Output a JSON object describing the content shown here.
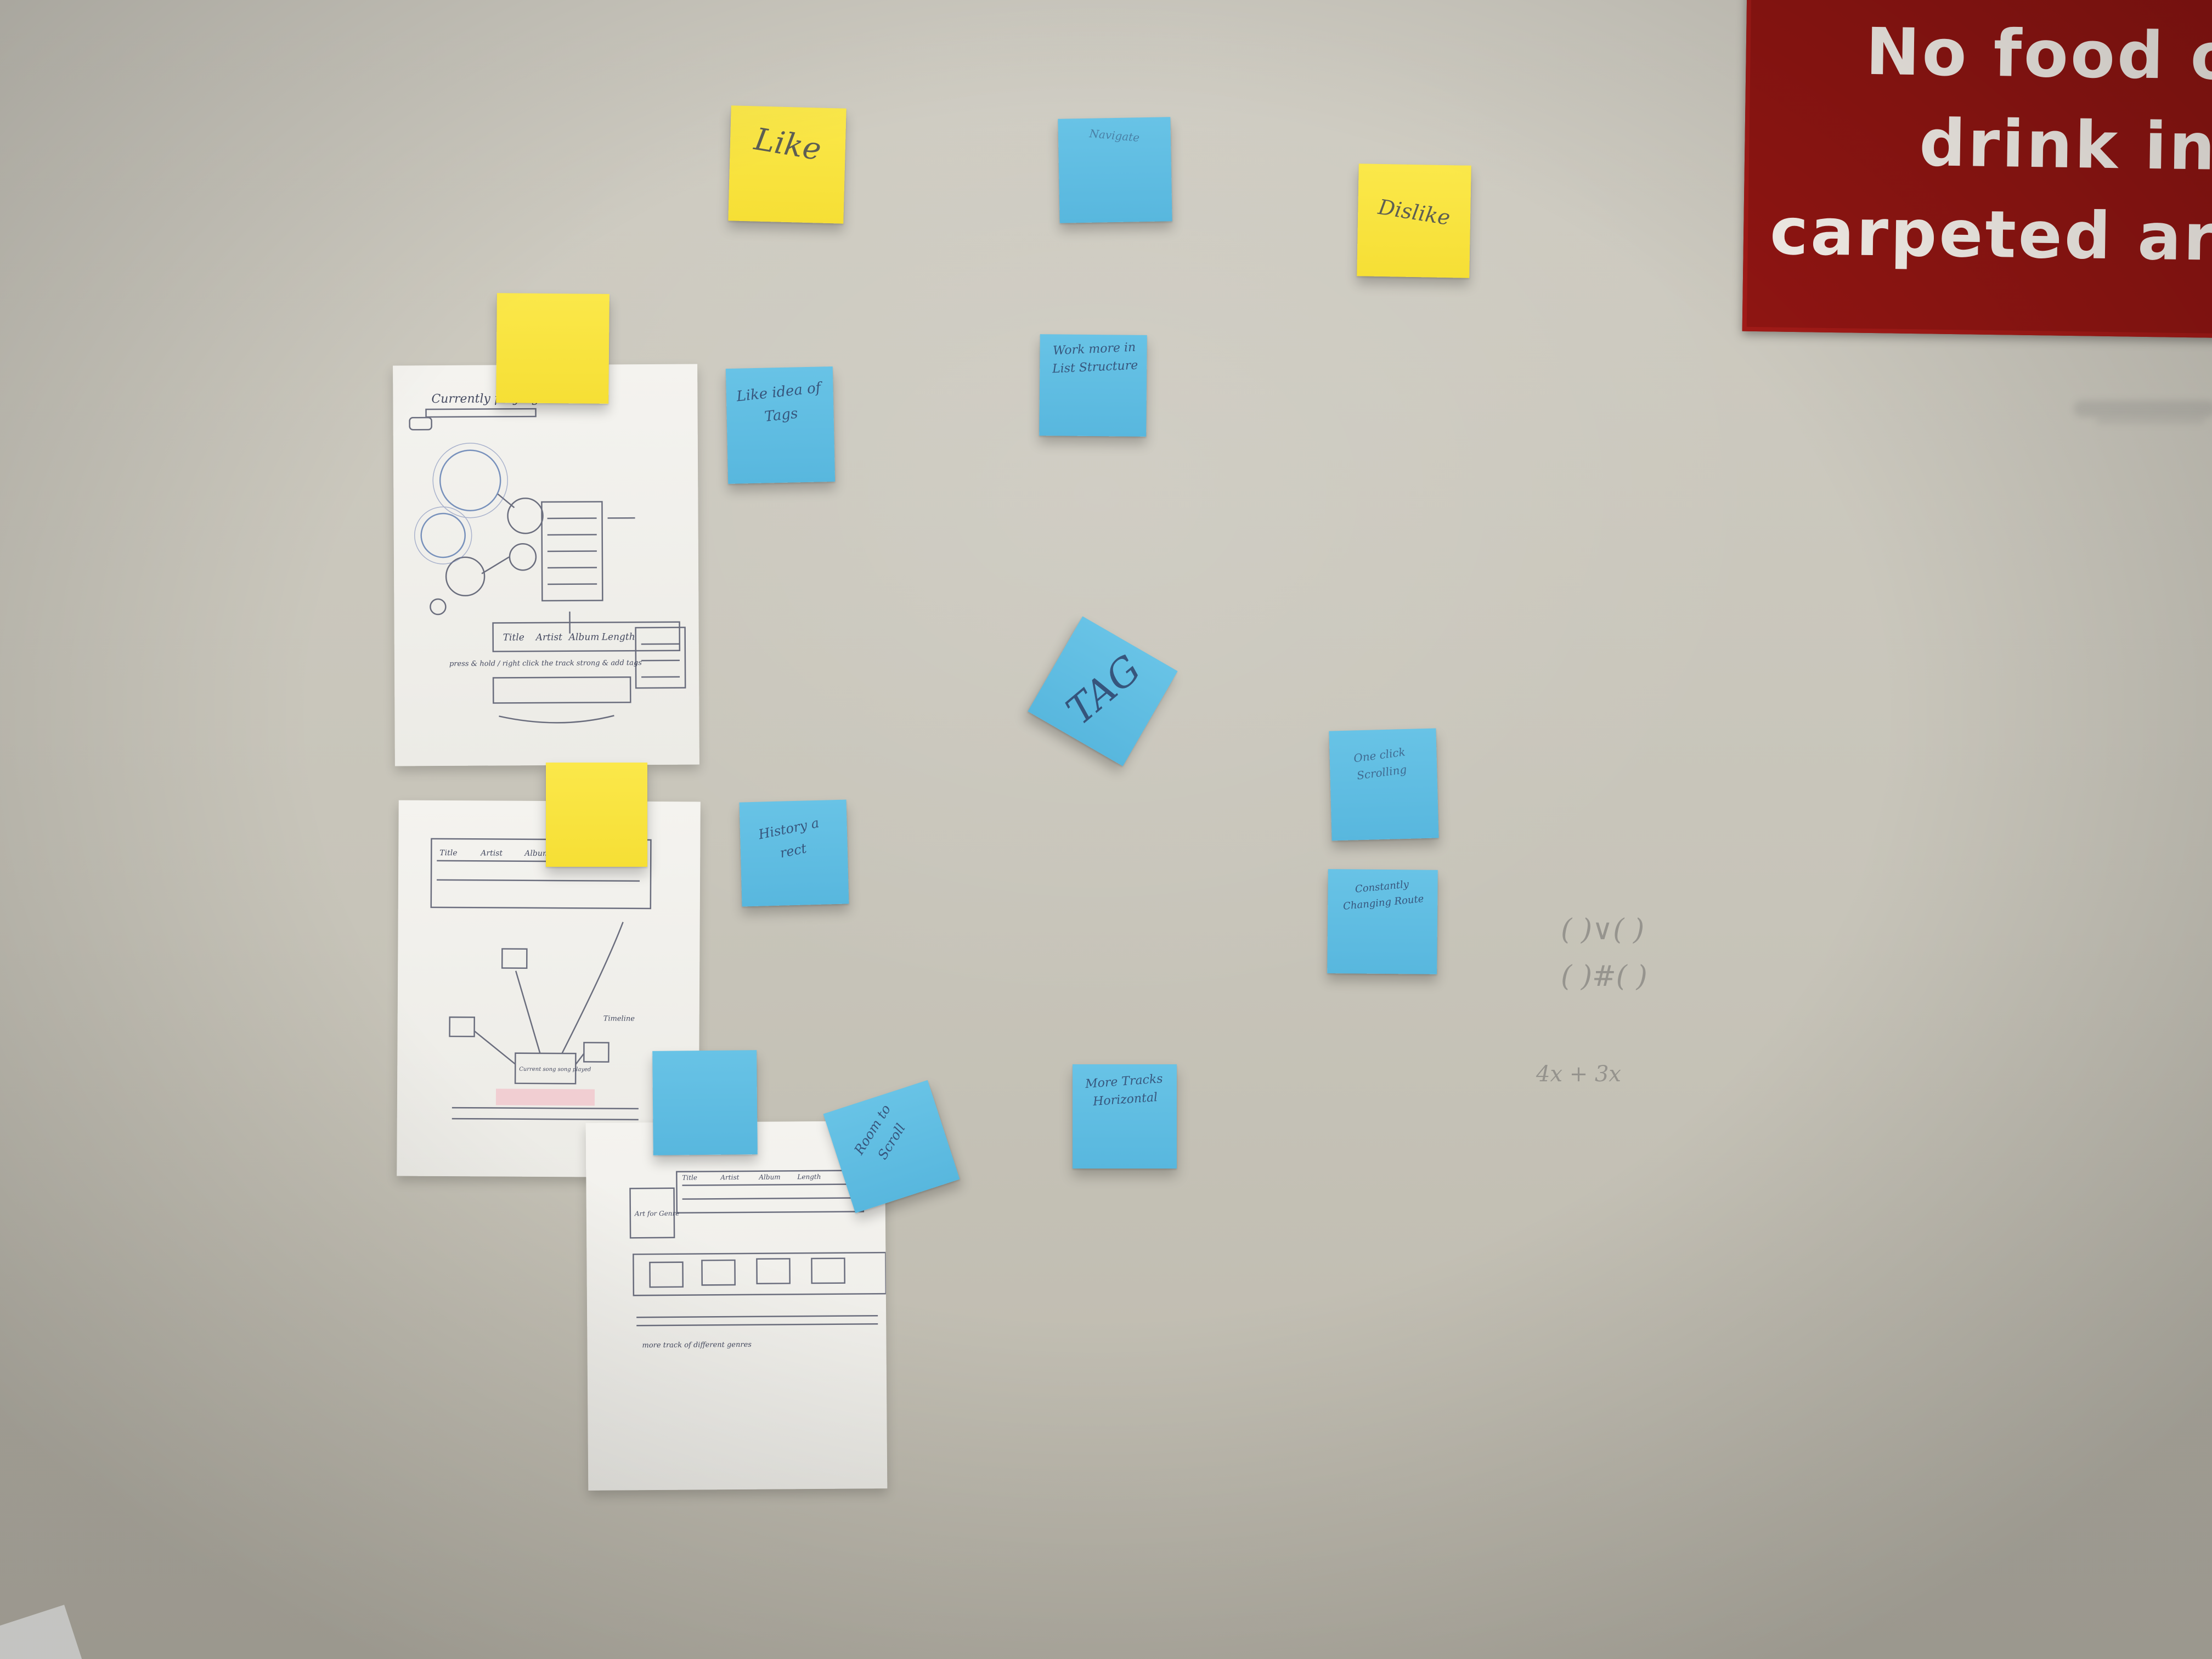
{
  "sign": {
    "lines": [
      "No food o",
      "drink in",
      "carpeted area"
    ]
  },
  "notes": {
    "like": "Like",
    "dislike": "Dislike",
    "top_blue": "Navigate",
    "tags": "Like idea of Tags",
    "list_structure": "Work more in List Structure",
    "tag": "TAG",
    "history_rect": "History a rect",
    "one_click": "One click Scrolling",
    "changing_route": "Constantly Changing Route",
    "more_tracks": "More Tracks Horizontal",
    "room_to_scroll": "Room to Scroll"
  },
  "sketches": {
    "sheet1": {
      "title": "Currently playing",
      "header_labels": [
        "Title",
        "Artist",
        "Album",
        "Length"
      ],
      "caption": "press & hold / right click the track strong & add tags"
    },
    "sheet2": {
      "header_labels": [
        "Title",
        "Artist",
        "Album"
      ],
      "center_box": "Current song song played",
      "side_note": "Timeline"
    },
    "sheet3": {
      "header_labels": [
        "Title",
        "Artist",
        "Album",
        "Length"
      ],
      "side_box": "Art for Genre",
      "caption": "more track of different genres"
    }
  },
  "wall_writing": {
    "math1": "( )∨( )",
    "math2": "( )#( )",
    "math3": "4x + 3x"
  }
}
